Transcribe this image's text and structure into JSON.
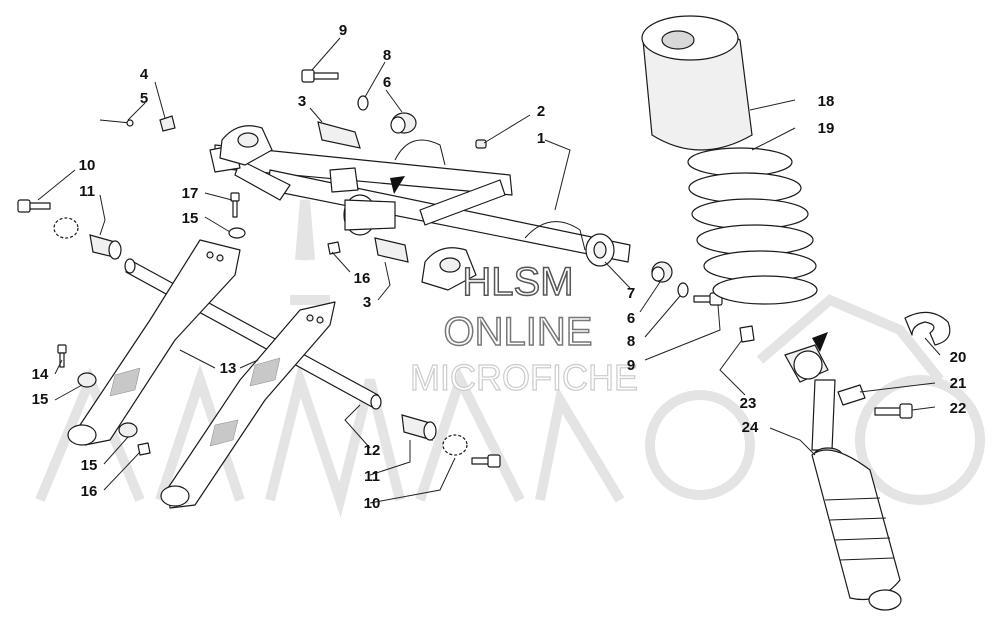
{
  "watermark": {
    "line1": "HLSM",
    "line2": "ONLINE",
    "line3": "MICROFICHE",
    "color_line1": "#555555",
    "color_line2": "#777777",
    "color_line3": "#cccccc"
  },
  "callouts": [
    {
      "id": "c-9-top",
      "label": "9"
    },
    {
      "id": "c-8-top",
      "label": "8"
    },
    {
      "id": "c-6-top",
      "label": "6"
    },
    {
      "id": "c-4",
      "label": "4"
    },
    {
      "id": "c-5",
      "label": "5"
    },
    {
      "id": "c-3-top",
      "label": "3"
    },
    {
      "id": "c-2",
      "label": "2"
    },
    {
      "id": "c-1",
      "label": "1"
    },
    {
      "id": "c-10-top",
      "label": "10"
    },
    {
      "id": "c-11-top",
      "label": "11"
    },
    {
      "id": "c-17",
      "label": "17"
    },
    {
      "id": "c-15-top",
      "label": "15"
    },
    {
      "id": "c-16-mid",
      "label": "16"
    },
    {
      "id": "c-3-mid",
      "label": "3"
    },
    {
      "id": "c-7",
      "label": "7"
    },
    {
      "id": "c-6-mid",
      "label": "6"
    },
    {
      "id": "c-8-mid",
      "label": "8"
    },
    {
      "id": "c-9-mid",
      "label": "9"
    },
    {
      "id": "c-18",
      "label": "18"
    },
    {
      "id": "c-19",
      "label": "19"
    },
    {
      "id": "c-20",
      "label": "20"
    },
    {
      "id": "c-21",
      "label": "21"
    },
    {
      "id": "c-22",
      "label": "22"
    },
    {
      "id": "c-23",
      "label": "23"
    },
    {
      "id": "c-24",
      "label": "24"
    },
    {
      "id": "c-13",
      "label": "13"
    },
    {
      "id": "c-14",
      "label": "14"
    },
    {
      "id": "c-15-left",
      "label": "15"
    },
    {
      "id": "c-15-bot",
      "label": "15"
    },
    {
      "id": "c-16-bot",
      "label": "16"
    },
    {
      "id": "c-12",
      "label": "12"
    },
    {
      "id": "c-11-bot",
      "label": "11"
    },
    {
      "id": "c-10-bot",
      "label": "10"
    }
  ]
}
